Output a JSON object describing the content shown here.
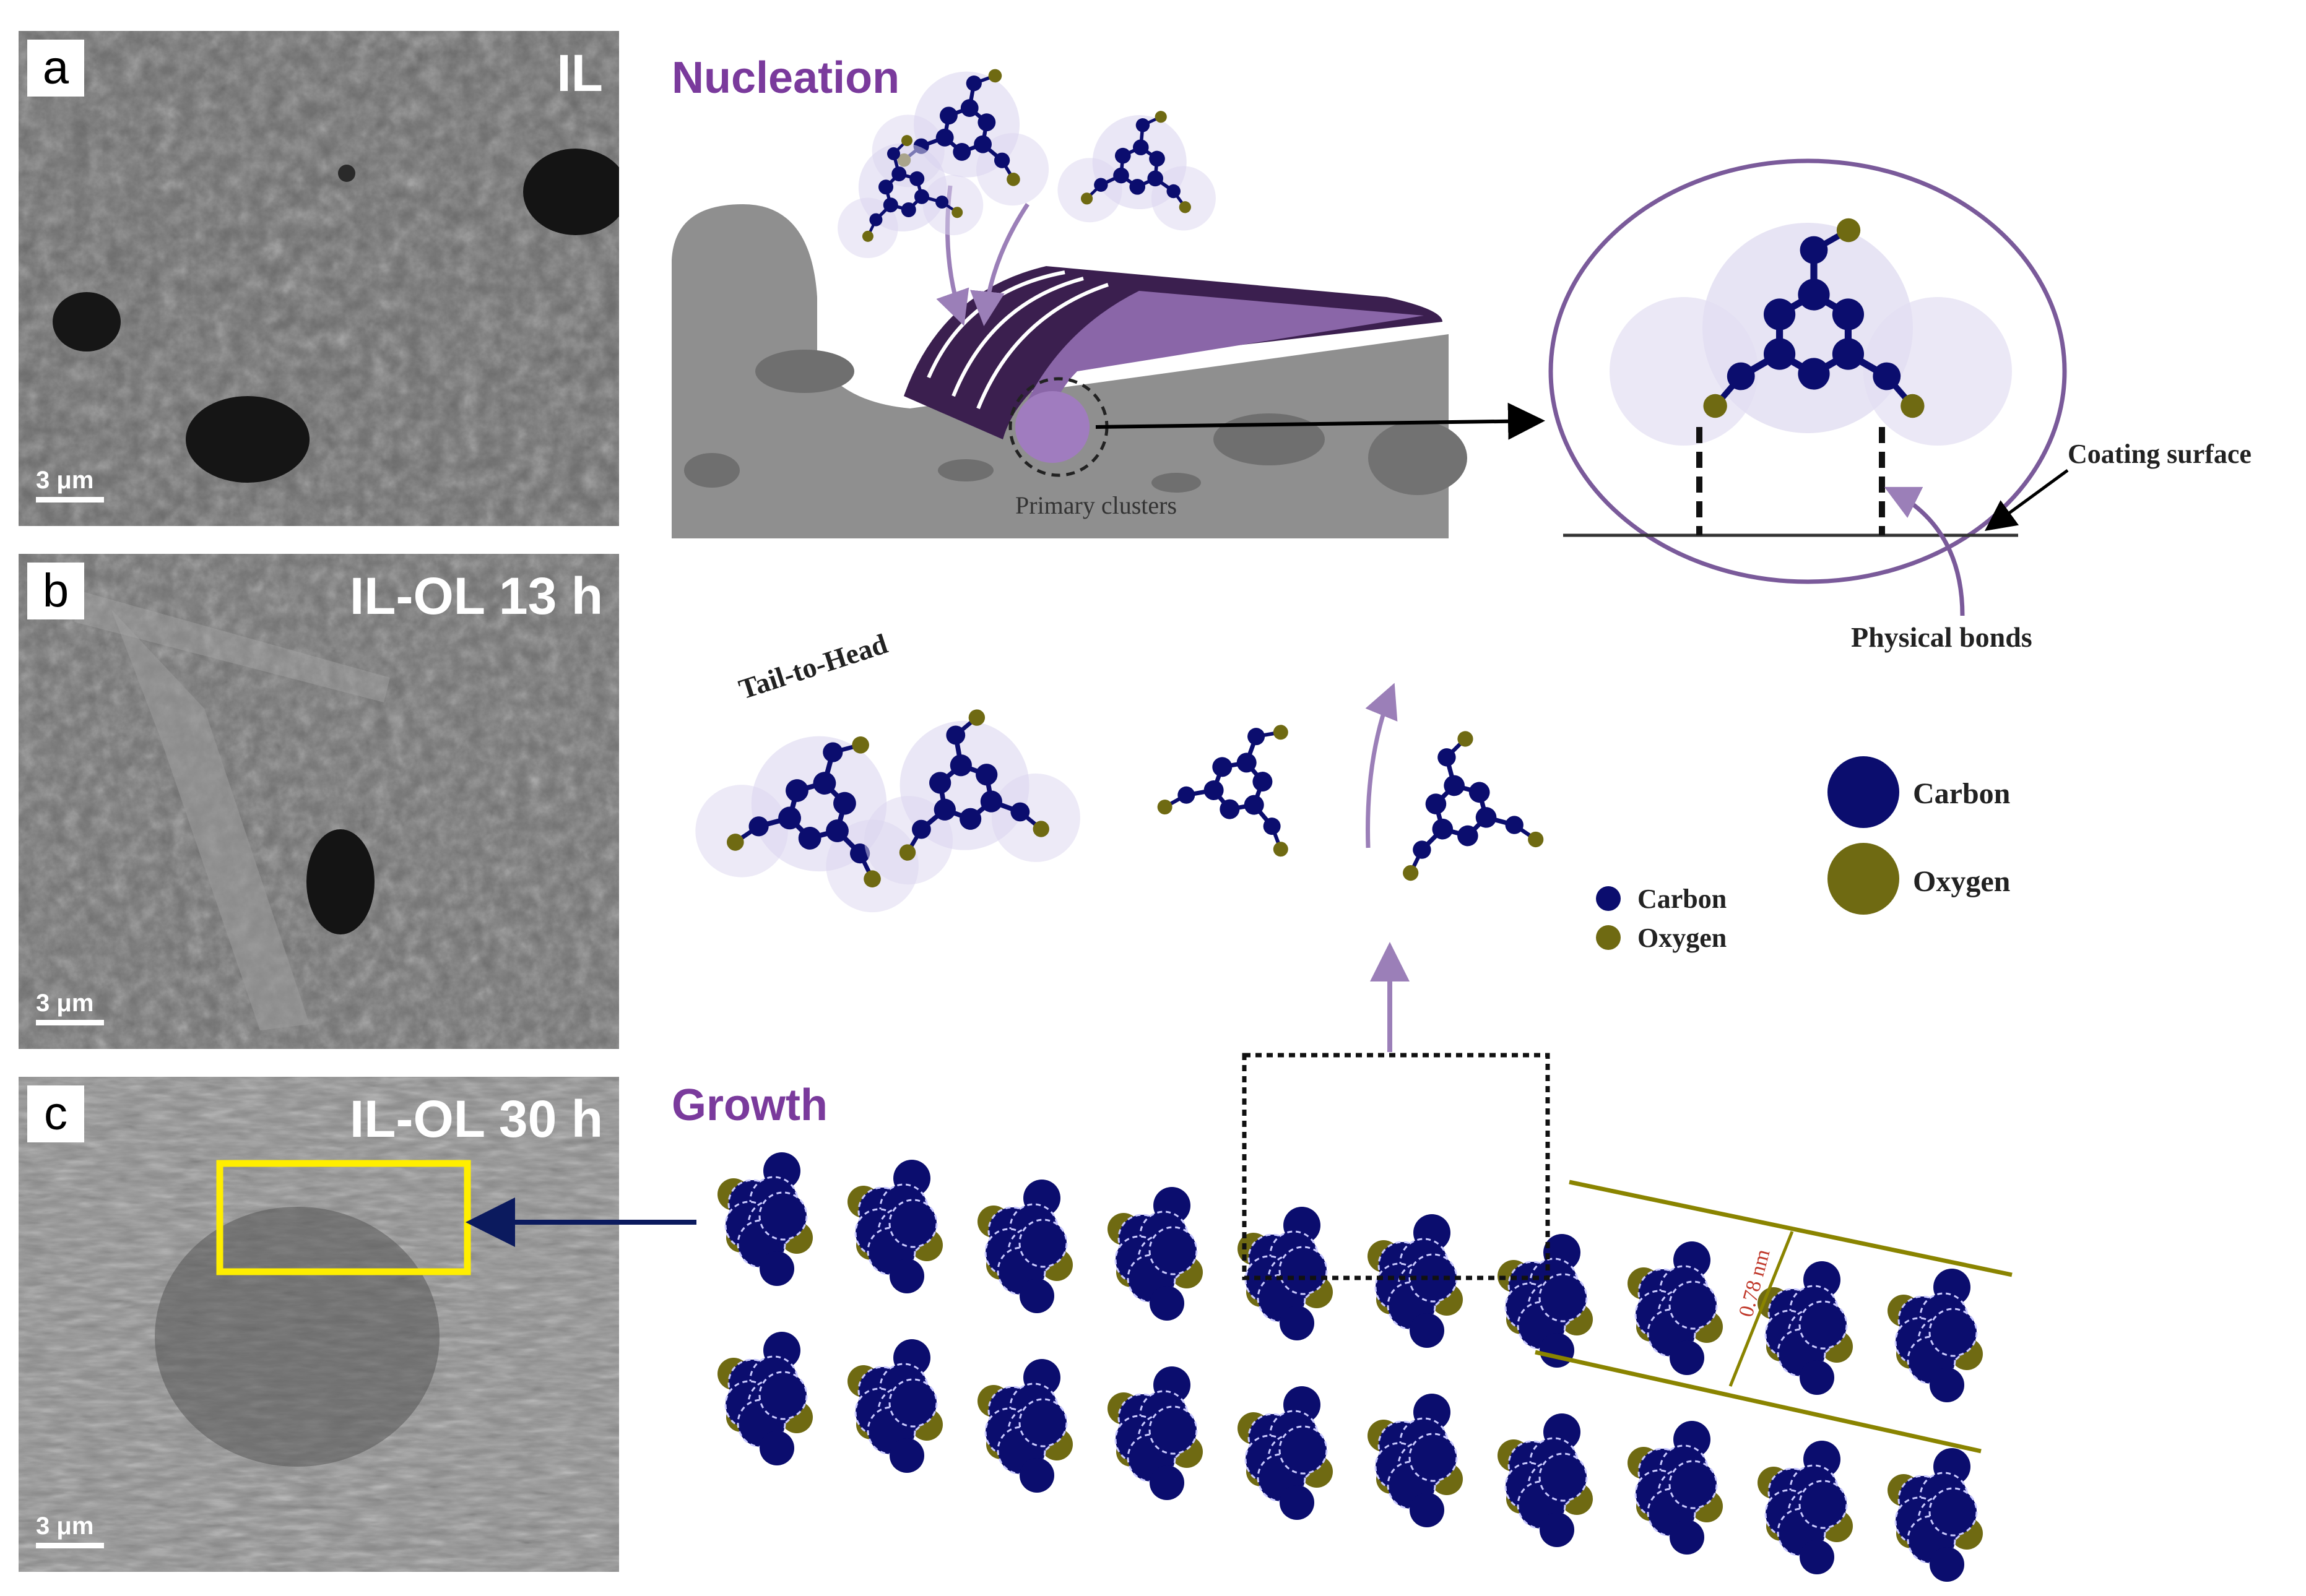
{
  "panels": [
    {
      "letter": "a",
      "title": "IL",
      "scale": "3 μm"
    },
    {
      "letter": "b",
      "title": "IL-OL 13 h",
      "scale": "3 μm"
    },
    {
      "letter": "c",
      "title": "IL-OL 30 h",
      "scale": "3 μm"
    }
  ],
  "diagram": {
    "nucleation": "Nucleation",
    "primary_clusters": "Primary clusters",
    "coating_surface": "Coating surface",
    "physical_bonds": "Physical bonds",
    "tail_to_head": "Tail-to-Head",
    "growth": "Growth",
    "distance": "0.78 nm"
  },
  "legend_large": {
    "carbon": "Carbon",
    "oxygen": "Oxygen"
  },
  "legend_small": {
    "carbon": "Carbon",
    "oxygen": "Oxygen"
  },
  "colors": {
    "carbon": "#0b0d6e",
    "oxygen": "#6f6a12",
    "accent": "#7a3a9c",
    "highlight": "#ffee00"
  }
}
